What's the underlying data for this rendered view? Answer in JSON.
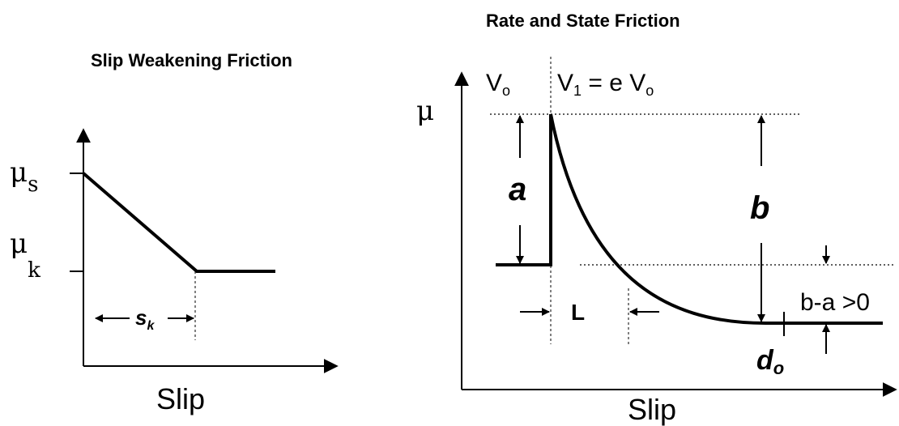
{
  "left_panel": {
    "title": "Slip Weakening Friction",
    "mu_symbol": "μ",
    "mu_s_sub": "s",
    "mu_k_sub": "k",
    "distance_symbol": "s",
    "distance_sub": "k",
    "xlabel": "Slip"
  },
  "right_panel": {
    "title": "Rate and State Friction",
    "ylabel": "μ",
    "v0_main": "V",
    "v0_sub": "o",
    "v1_main": "V",
    "v1_sub": "1",
    "v1_eq": " = e V",
    "v1_eq_sub": "o",
    "a_label": "a",
    "b_label": "b",
    "L_label": "L",
    "ba_label": "b-a >0",
    "d0_main": "d",
    "d0_sub": "o",
    "xlabel": "Slip"
  }
}
